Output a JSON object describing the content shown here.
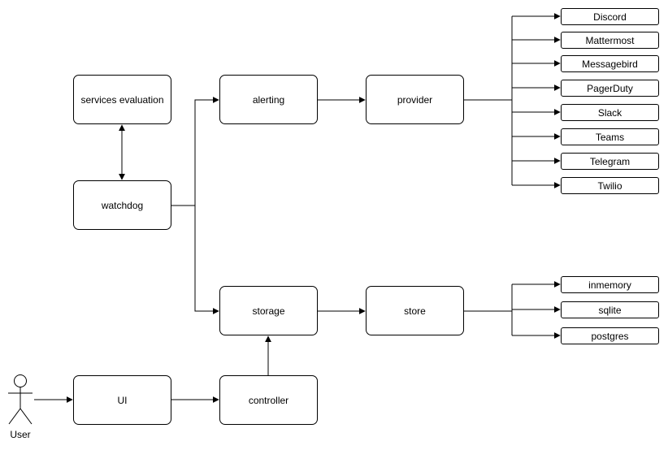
{
  "nodes": {
    "services_evaluation": "services evaluation",
    "watchdog": "watchdog",
    "alerting": "alerting",
    "provider": "provider",
    "storage": "storage",
    "store": "store",
    "ui": "UI",
    "controller": "controller",
    "user": "User"
  },
  "providers": [
    "Discord",
    "Mattermost",
    "Messagebird",
    "PagerDuty",
    "Slack",
    "Teams",
    "Telegram",
    "Twilio"
  ],
  "stores": [
    "inmemory",
    "sqlite",
    "postgres"
  ]
}
